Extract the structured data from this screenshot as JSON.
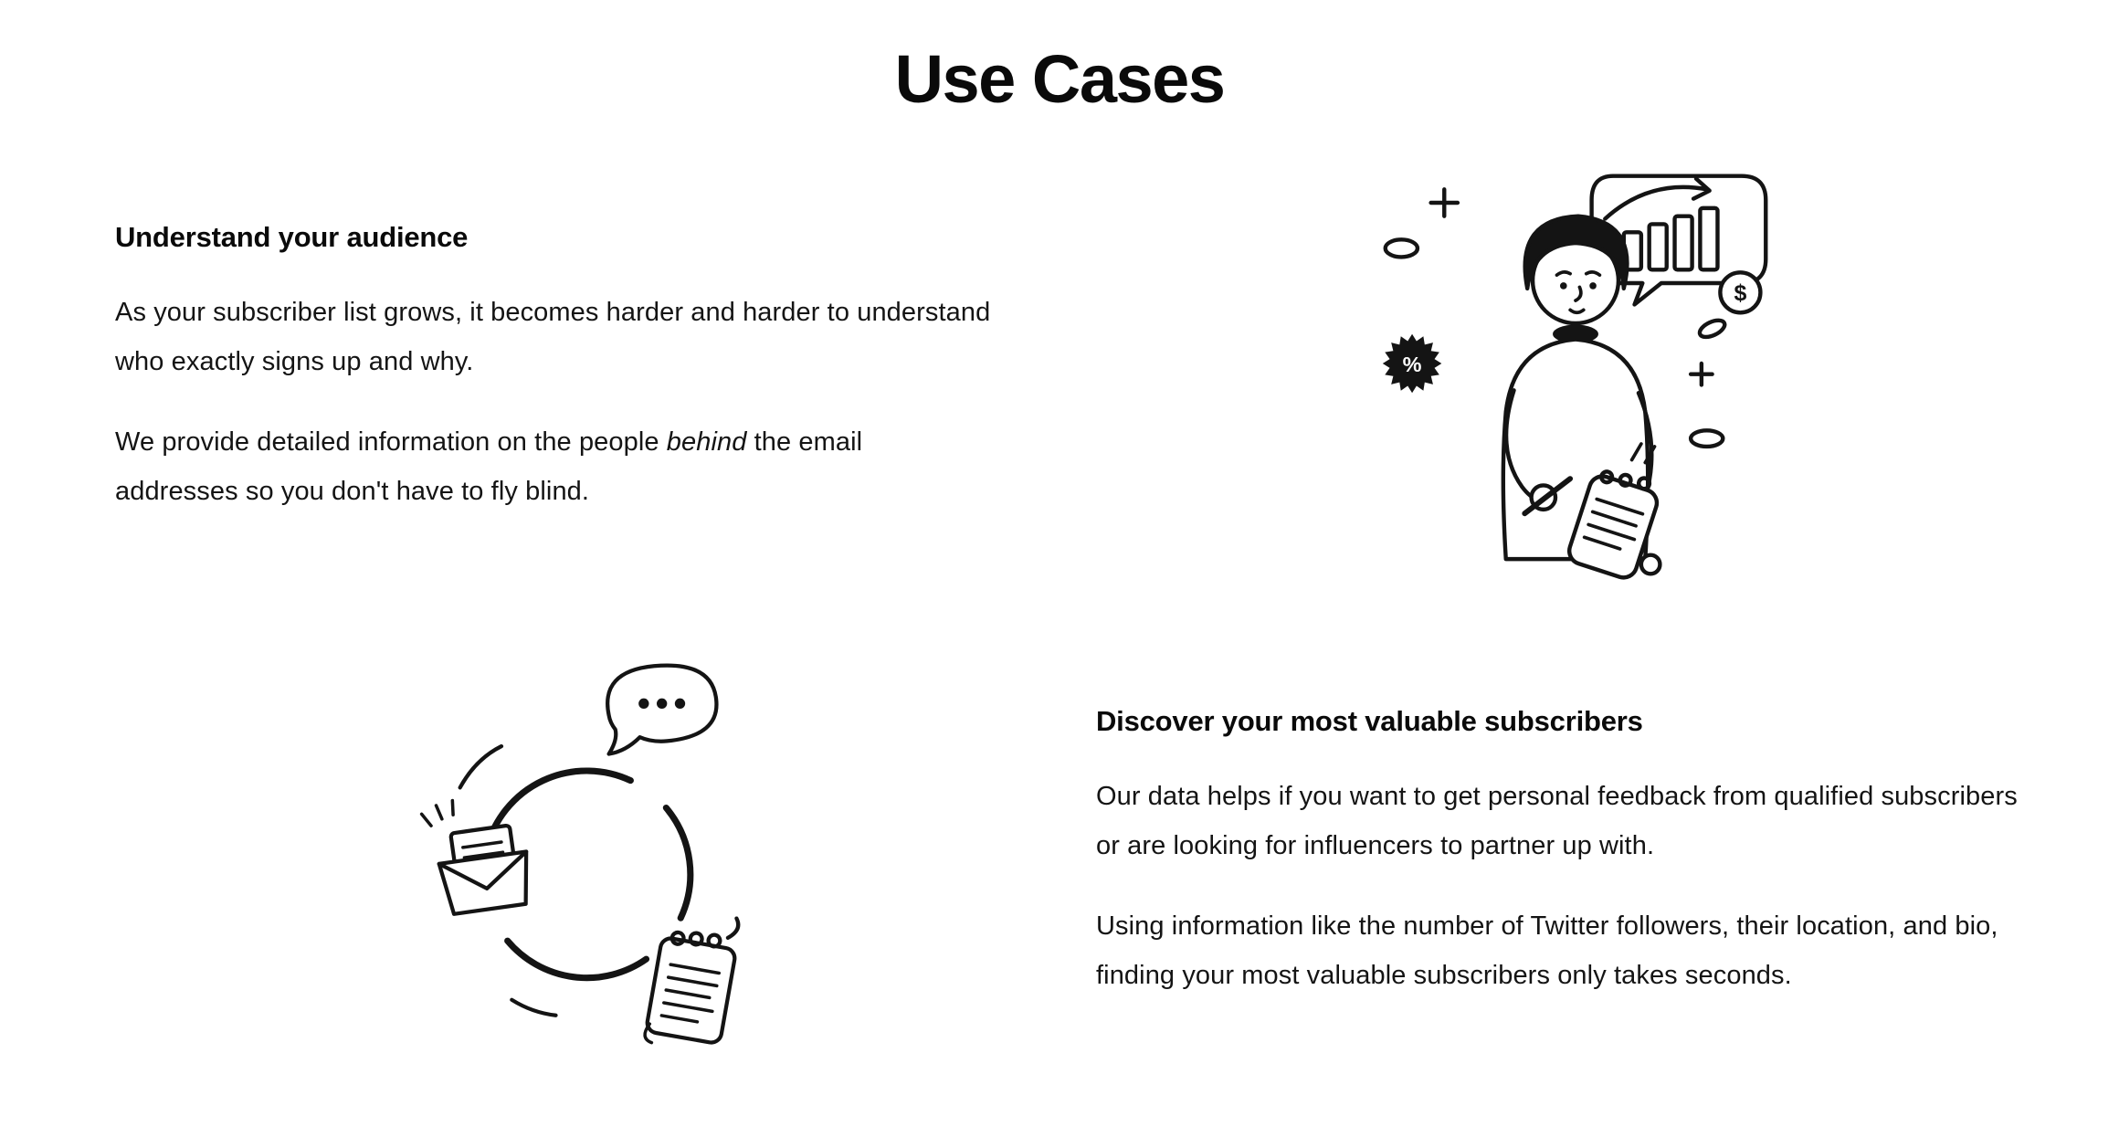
{
  "page": {
    "title": "Use Cases",
    "background": "#ffffff",
    "text_color": "#111111",
    "ink_color": "#141414"
  },
  "use_cases": {
    "audience": {
      "heading": "Understand your audience",
      "paragraph1": "As your subscriber list grows, it becomes harder and harder to understand who exactly signs up and why.",
      "paragraph2_before": "We provide detailed information on the people ",
      "paragraph2_emphasis": "behind",
      "paragraph2_after": " the email addresses so you don't have to fly blind."
    },
    "valuable": {
      "heading": "Discover your most valuable subscribers",
      "paragraph1": "Our data helps if you want to get personal feedback from qualified subscribers or are looking for influencers to partner up with.",
      "paragraph2": "Using information like the number of Twitter followers, their location, and bio, finding your most valuable subscribers only takes seconds."
    }
  },
  "illustrations": {
    "notes": {
      "name": "person-taking-notes-with-growth-chart",
      "percent_badge": "%",
      "dollar_coin": "$"
    },
    "loop": {
      "name": "email-feedback-loop"
    }
  }
}
